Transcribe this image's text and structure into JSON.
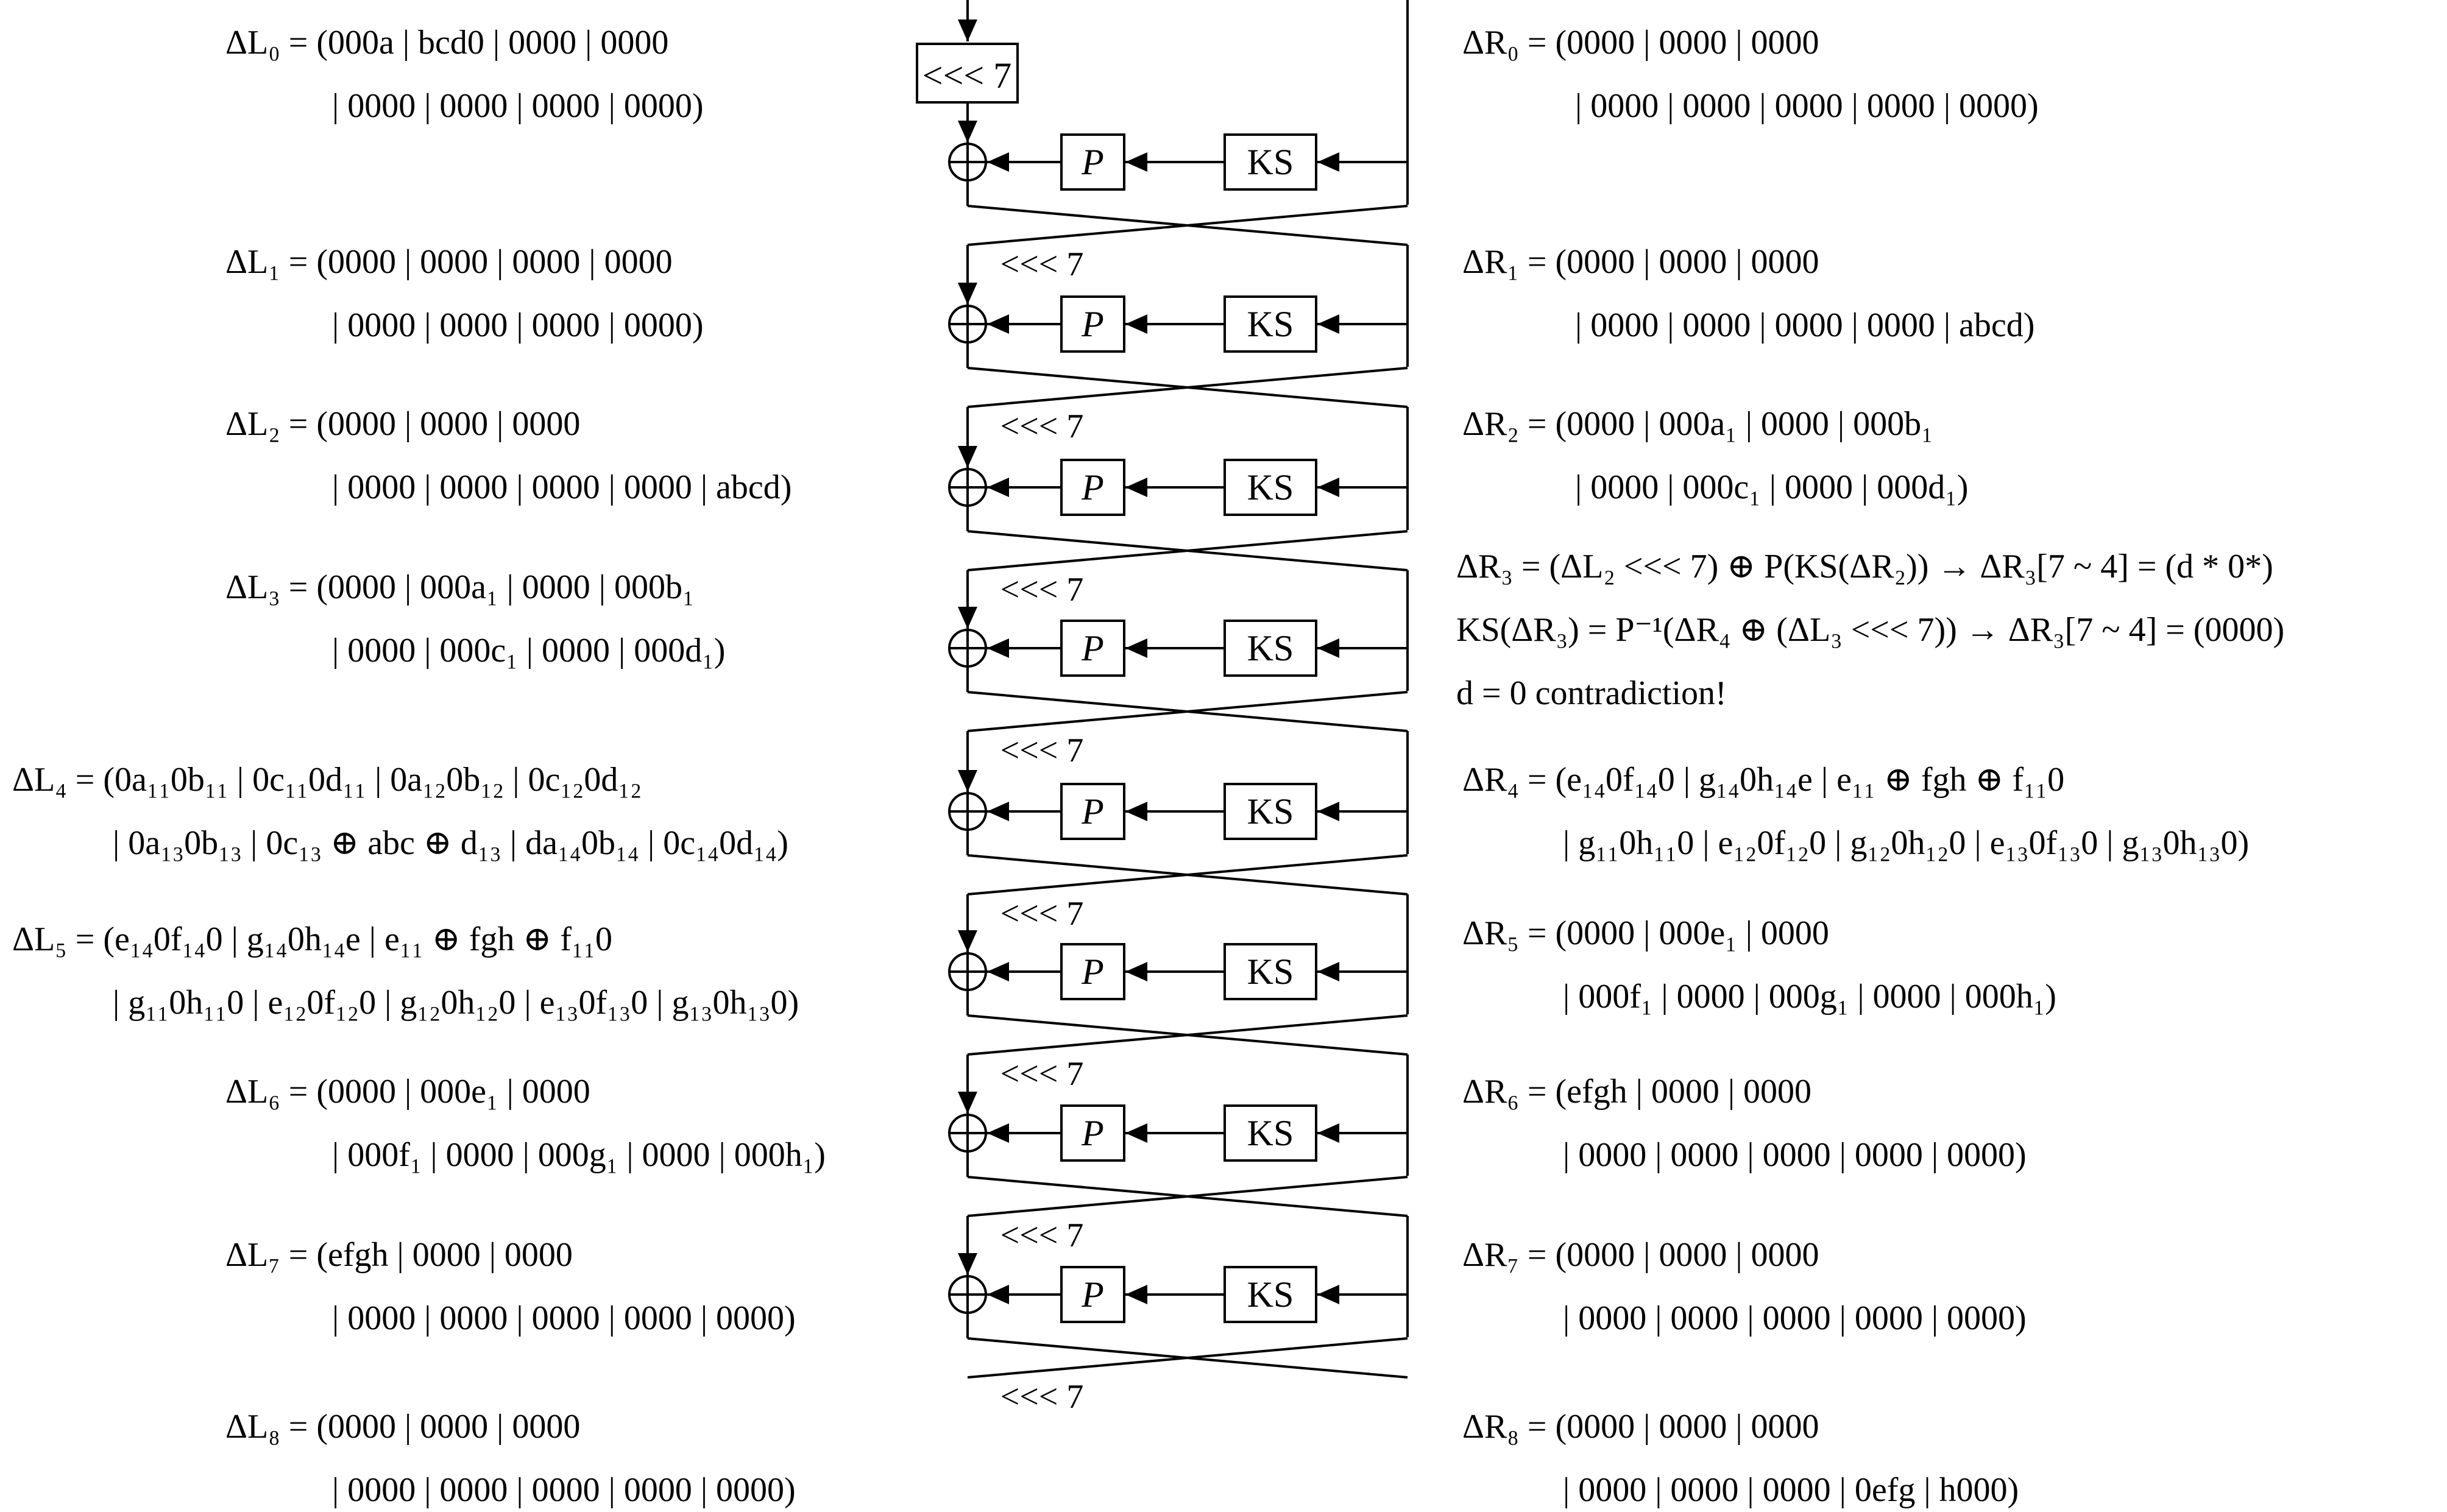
{
  "colors": {
    "ink": "#000000",
    "background": "#ffffff"
  },
  "rotate_label": "<<< 7",
  "rotate_box_label": "<<< 7",
  "p_label": "P",
  "ks_label": "KS",
  "xor_symbol": "⊕",
  "left_equations": [
    [
      "ΔL₀ = (000a | bcd0 | 0000 | 0000",
      "| 0000 | 0000 | 0000 | 0000)"
    ],
    [
      "ΔL₁ = (0000 | 0000 | 0000 | 0000",
      "| 0000 | 0000 | 0000 | 0000)"
    ],
    [
      "ΔL₂ = (0000 | 0000 | 0000",
      "| 0000 | 0000 | 0000 | 0000 | abcd)"
    ],
    [
      "ΔL₃ = (0000 | 000a₁ | 0000 | 000b₁",
      "| 0000 | 000c₁ | 0000 | 000d₁)"
    ],
    [
      "ΔL₄ = (0a₁₁0b₁₁ | 0c₁₁0d₁₁ | 0a₁₂0b₁₂ | 0c₁₂0d₁₂",
      "| 0a₁₃0b₁₃ | 0c₁₃ ⊕ abc ⊕ d₁₃ | da₁₄0b₁₄ | 0c₁₄0d₁₄)"
    ],
    [
      "ΔL₅ = (e₁₄0f₁₄0 | g₁₄0h₁₄e | e₁₁ ⊕ fgh ⊕ f₁₁0",
      "| g₁₁0h₁₁0 | e₁₂0f₁₂0 | g₁₂0h₁₂0 | e₁₃0f₁₃0 | g₁₃0h₁₃0)"
    ],
    [
      "ΔL₆ = (0000 | 000e₁ | 0000",
      "| 000f₁ | 0000 | 000g₁ | 0000 | 000h₁)"
    ],
    [
      "ΔL₇ = (efgh | 0000 | 0000",
      "| 0000 | 0000 | 0000 | 0000 | 0000)"
    ],
    [
      "ΔL₈ = (0000 | 0000 | 0000",
      "| 0000 | 0000 | 0000 | 0000 | 0000)"
    ]
  ],
  "right_equations": [
    [
      "ΔR₀ = (0000 | 0000 | 0000",
      "| 0000 | 0000 | 0000 | 0000 | 0000)"
    ],
    [
      "ΔR₁ = (0000 | 0000 | 0000",
      "| 0000 | 0000 | 0000 | 0000 | abcd)"
    ],
    [
      "ΔR₂ = (0000 | 000a₁ | 0000 | 000b₁",
      "| 0000 | 000c₁ | 0000 | 000d₁)"
    ],
    [
      "ΔR₃ = (ΔL₂ <<< 7) ⊕ P(KS(ΔR₂)) → ΔR₃[7 ~ 4] = (d * 0*)",
      "KS(ΔR₃) = P⁻¹(ΔR₄ ⊕ (ΔL₃ <<< 7)) → ΔR₃[7 ~ 4] = (0000)",
      "d = 0  contradiction!"
    ],
    [
      "ΔR₄ = (e₁₄0f₁₄0 | g₁₄0h₁₄e | e₁₁ ⊕ fgh ⊕ f₁₁0",
      "| g₁₁0h₁₁0 | e₁₂0f₁₂0 | g₁₂0h₁₂0 | e₁₃0f₁₃0 | g₁₃0h₁₃0)"
    ],
    [
      "ΔR₅ = (0000 | 000e₁ | 0000",
      "| 000f₁ | 0000 | 000g₁ | 0000 | 000h₁)"
    ],
    [
      "ΔR₆ = (efgh | 0000 | 0000",
      "| 0000 | 0000 | 0000 | 0000 | 0000)"
    ],
    [
      "ΔR₇ = (0000 | 0000 | 0000",
      "| 0000 | 0000 | 0000 | 0000 | 0000)"
    ],
    [
      "ΔR₈ = (0000 | 0000 | 0000",
      "| 0000 | 0000 | 0000 | 0efg | h000)"
    ]
  ]
}
